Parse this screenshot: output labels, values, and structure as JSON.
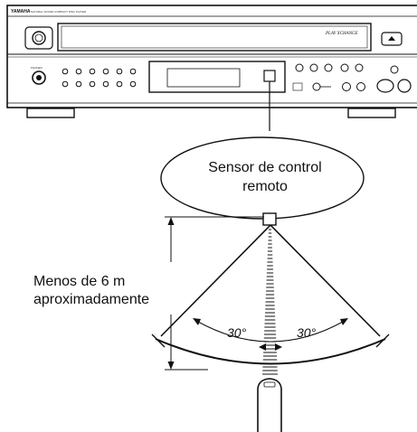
{
  "device": {
    "brand": "YAMAHA",
    "tagline": "NATURAL SOUND  COMPACT DISC PLAYER",
    "feature_logo": "PLAY XCHANGE"
  },
  "callout": {
    "line1": "Sensor de control",
    "line2": "remoto"
  },
  "distance": {
    "line1": "Menos de 6 m",
    "line2": "aproximadamente"
  },
  "angles": {
    "left": "30°",
    "right": "30°"
  }
}
